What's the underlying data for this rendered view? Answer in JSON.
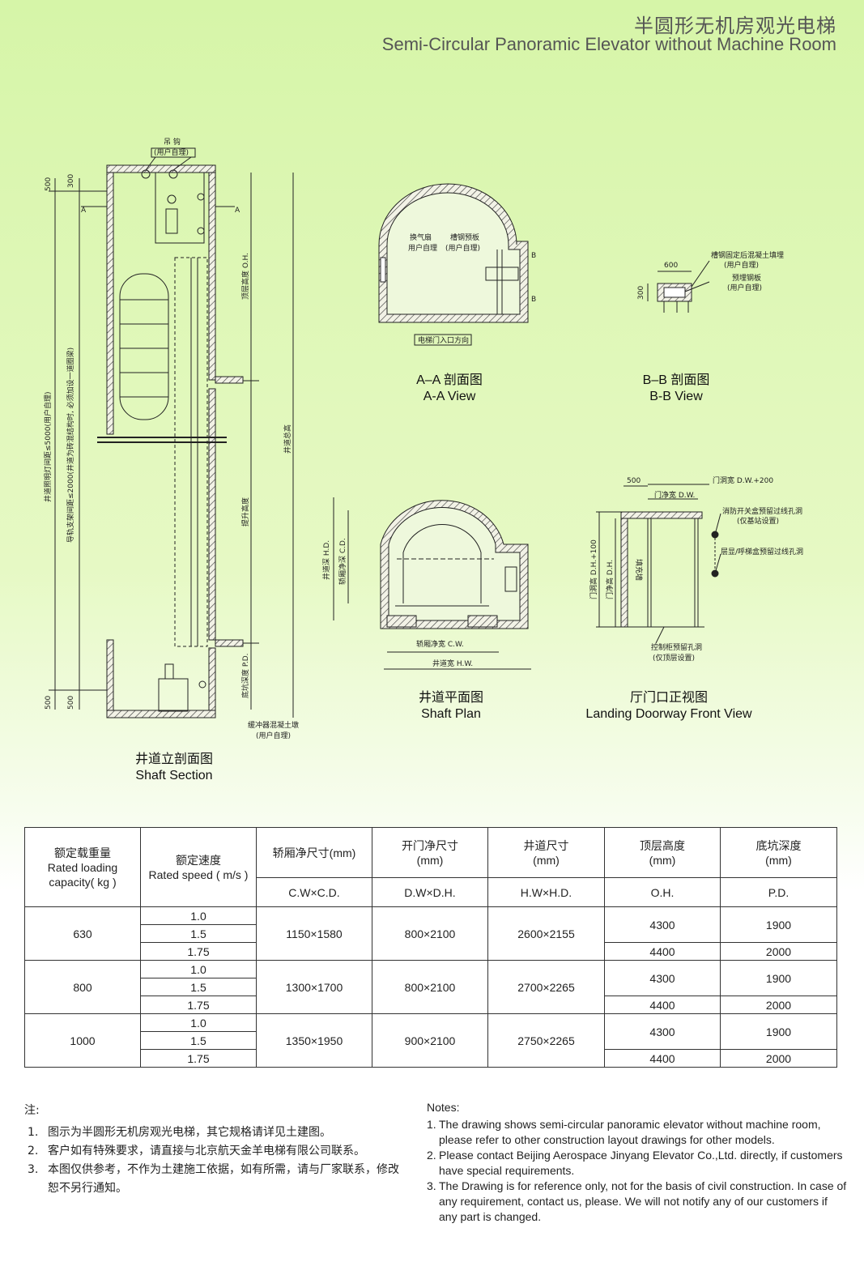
{
  "header": {
    "title_cn": "半圆形无机房观光电梯",
    "title_en": "Semi-Circular Panoramic Elevator without Machine Room"
  },
  "drawings": {
    "shaft_section": {
      "title_cn": "井道立剖面图",
      "title_en": "Shaft Section",
      "labels": {
        "hook": "吊 钩",
        "user_provided": "(用户自理)",
        "dim_500_top": "500",
        "dim_300": "300",
        "dim_500_bottom_a": "500",
        "dim_500_bottom_b": "500",
        "section_a_left": "A",
        "section_a_right": "A",
        "oh": "顶层高度 O.H.",
        "hoist_distance": "井道总高",
        "travel": "提升高度",
        "pd": "底坑深度 P.D.",
        "buffer_base": "缓冲器混凝土墩",
        "buffer_note": "(用户自理)",
        "left_note_1": "井道照明灯间距≤5000(用户自理)",
        "left_note_2": "导轨支架间距≤2000(井道为砖混结构时, 必须加设一道圈梁)"
      }
    },
    "aa_view": {
      "title_cn": "A–A 剖面图",
      "title_en": "A-A View",
      "labels": {
        "fan": "换气扇",
        "fan_note": "用户自理",
        "steel_plate": "槽钢预板",
        "steel_note": "(用户自理)",
        "b_top": "B",
        "b_bottom": "B",
        "entrance": "电梯门入口方向"
      }
    },
    "bb_view": {
      "title_cn": "B–B 剖面图",
      "title_en": "B-B View",
      "labels": {
        "dim_600": "600",
        "dim_300": "300",
        "note_1": "槽钢固定后混凝土填埋",
        "note_1b": "(用户自理)",
        "note_2": "预埋钢板",
        "note_2b": "(用户自理)"
      }
    },
    "shaft_plan": {
      "title_cn": "井道平面图",
      "title_en": "Shaft Plan",
      "labels": {
        "hd": "井道深 H.D.",
        "cd": "轿厢净深 C.D.",
        "cw": "轿厢净宽 C.W.",
        "hw": "井道宽 H.W."
      }
    },
    "landing": {
      "title_cn": "厅门口正视图",
      "title_en": "Landing Doorway Front View",
      "labels": {
        "dim_500": "500",
        "opening_width": "门洞宽 D.W.+200",
        "clear_width": "门净宽 D.W.",
        "opening_height": "门洞高 D.H.+100",
        "clear_height": "门净高 D.H.",
        "fire_hole": "消防开关盒预留过线孔洞",
        "fire_note": "(仅基站设置)",
        "call_hole": "层显/呼梯盒预留过线孔洞",
        "control_hole": "控制柜预留孔洞",
        "control_note": "(仅顶层设置)",
        "wall_text": "填充墙"
      }
    }
  },
  "spec_table": {
    "headers": {
      "load_cn": "额定载重量",
      "load_en_1": "Rated loading",
      "load_en_2": "capacity( kg )",
      "speed_cn": "额定速度",
      "speed_en": "Rated speed ( m/s )",
      "car_cn": "轿厢净尺寸(mm)",
      "door_cn": "开门净尺寸",
      "door_unit": "(mm)",
      "shaft_cn": "井道尺寸",
      "shaft_unit": "(mm)",
      "oh_cn": "顶层高度",
      "oh_unit": "(mm)",
      "pd_cn": "底坑深度",
      "pd_unit": "(mm)"
    },
    "subheaders": {
      "car": "C.W×C.D.",
      "door": "D.W×D.H.",
      "shaft": "H.W×H.D.",
      "oh": "O.H.",
      "pd": "P.D."
    },
    "groups": [
      {
        "load": "630",
        "speeds": [
          "1.0",
          "1.5",
          "1.75"
        ],
        "car": "1150×1580",
        "door": "800×2100",
        "shaft": "2600×2155",
        "oh_a": "4300",
        "pd_a": "1900",
        "oh_b": "4400",
        "pd_b": "2000"
      },
      {
        "load": "800",
        "speeds": [
          "1.0",
          "1.5",
          "1.75"
        ],
        "car": "1300×1700",
        "door": "800×2100",
        "shaft": "2700×2265",
        "oh_a": "4300",
        "pd_a": "1900",
        "oh_b": "4400",
        "pd_b": "2000"
      },
      {
        "load": "1000",
        "speeds": [
          "1.0",
          "1.5",
          "1.75"
        ],
        "car": "1350×1950",
        "door": "900×2100",
        "shaft": "2750×2265",
        "oh_a": "4300",
        "pd_a": "1900",
        "oh_b": "4400",
        "pd_b": "2000"
      }
    ]
  },
  "notes_cn": {
    "title": "注:",
    "items": [
      {
        "num": "1.",
        "text": "图示为半圆形无机房观光电梯，其它规格请详见土建图。"
      },
      {
        "num": "2.",
        "text": "客户如有特殊要求，请直接与北京航天金羊电梯有限公司联系。"
      },
      {
        "num": "3.",
        "text": "本图仅供参考，不作为土建施工依据，如有所需，请与厂家联系，修改恕不另行通知。"
      }
    ]
  },
  "notes_en": {
    "title": "Notes:",
    "items": [
      {
        "num": "1.",
        "text": "The drawing shows semi-circular panoramic elevator without machine room, please refer to other construction layout drawings for other models."
      },
      {
        "num": "2.",
        "text": "Please contact Beijing Aerospace Jinyang Elevator Co.,Ltd. directly, if customers have special requirements."
      },
      {
        "num": "3.",
        "text": "The Drawing is for reference only, not for the basis of civil construction. In case of any requirement, contact us, please. We will not notify any of our customers if any part is changed."
      }
    ]
  }
}
